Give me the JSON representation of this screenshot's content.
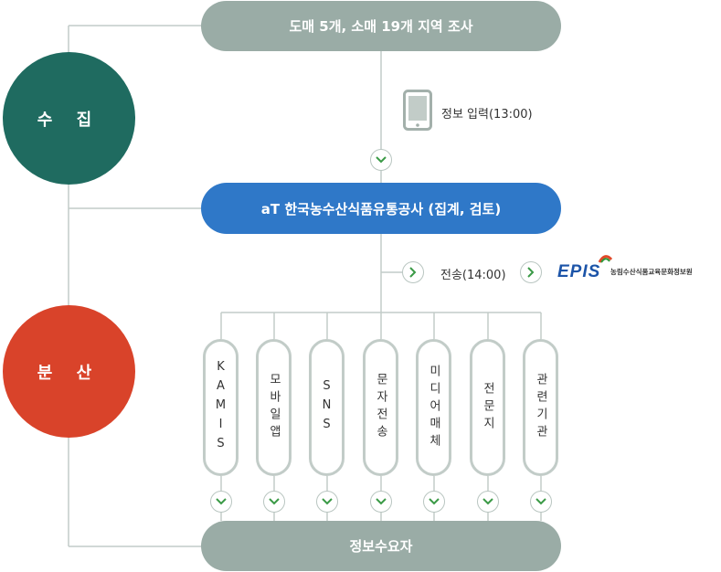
{
  "top_pill": "도매 5개, 소매 19개 지역 조사",
  "phone_label": "정보 입력(13:00)",
  "blue_pill": "aT 한국농수산식품유통공사 (집계, 검토)",
  "transfer_label": "전송(14:00)",
  "epis": {
    "logo_text": "EPIS",
    "org_name": "농림수산식품교육문화정보원"
  },
  "collect_circle": "수 집",
  "distribute_circle": "분 산",
  "channels": [
    "KAMIS",
    "모바일앱",
    "SNS",
    "문자전송",
    "미디어매체",
    "전문지",
    "관련기관"
  ],
  "bottom_pill": "정보수요자",
  "colors": {
    "gray": "#9aaca6",
    "blue": "#2f78c8",
    "teal": "#1f6b60",
    "red": "#d9432a",
    "arrow_green": "#3a9a46"
  }
}
